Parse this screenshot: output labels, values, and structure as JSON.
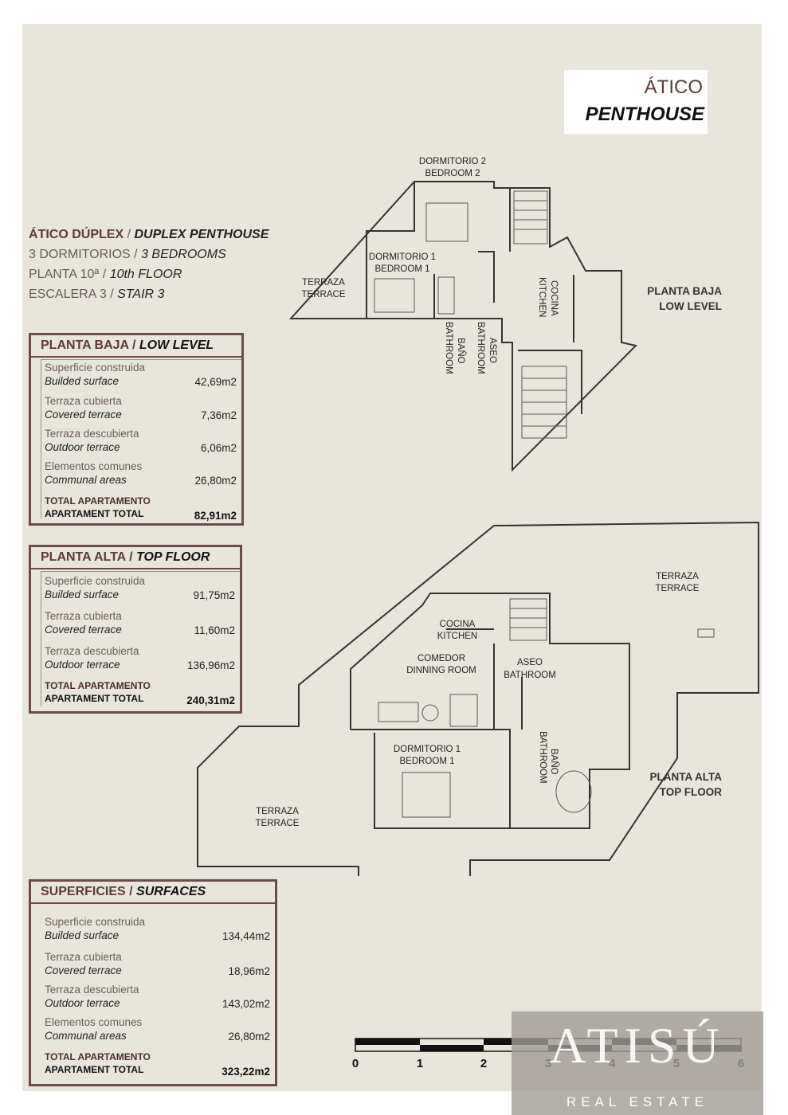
{
  "title": {
    "es": "ÁTICO",
    "en": "PENTHOUSE"
  },
  "specs": [
    {
      "es": "ÁTICO DÚPLEX",
      "en": "DUPLEX PENTHOUSE"
    },
    {
      "es": "3 DORMITORIOS",
      "en": "3 BEDROOMS"
    },
    {
      "es": "PLANTA 10ª",
      "en": "10th FLOOR"
    },
    {
      "es": "ESCALERA 3",
      "en": "STAIR 3"
    }
  ],
  "tables": {
    "low": {
      "title_es": "PLANTA BAJA",
      "title_en": "LOW LEVEL",
      "rows": [
        {
          "es": "Superficie construida",
          "en": "Builded surface",
          "value": "42,69m2"
        },
        {
          "es": "Terraza cubierta",
          "en": "Covered terrace",
          "value": "7,36m2"
        },
        {
          "es": "Terraza descubierta",
          "en": "Outdoor terrace",
          "value": "6,06m2"
        },
        {
          "es": "Elementos comunes",
          "en": "Communal areas",
          "value": "26,80m2"
        }
      ],
      "total": {
        "es": "TOTAL APARTAMENTO",
        "en": "APARTAMENT TOTAL",
        "value": "82,91m2"
      }
    },
    "top": {
      "title_es": "PLANTA ALTA",
      "title_en": "TOP FLOOR",
      "rows": [
        {
          "es": "Superficie construida",
          "en": "Builded surface",
          "value": "91,75m2"
        },
        {
          "es": "Terraza cubierta",
          "en": "Covered terrace",
          "value": "11,60m2"
        },
        {
          "es": "Terraza descubierta",
          "en": "Outdoor terrace",
          "value": "136,96m2"
        }
      ],
      "total": {
        "es": "TOTAL APARTAMENTO",
        "en": "APARTAMENT TOTAL",
        "value": "240,31m2"
      }
    },
    "surfaces": {
      "title_es": "SUPERFICIES",
      "title_en": "SURFACES",
      "rows": [
        {
          "es": "Superficie construida",
          "en": "Builded surface",
          "value": "134,44m2"
        },
        {
          "es": "Terraza cubierta",
          "en": "Covered terrace",
          "value": "18,96m2"
        },
        {
          "es": "Terraza descubierta",
          "en": "Outdoor terrace",
          "value": "143,02m2"
        },
        {
          "es": "Elementos comunes",
          "en": "Communal areas",
          "value": "26,80m2"
        }
      ],
      "total": {
        "es": "TOTAL APARTAMENTO",
        "en": "APARTAMENT TOTAL",
        "value": "323,22m2"
      }
    }
  },
  "plan_labels": {
    "low": {
      "es": "PLANTA BAJA",
      "en": "LOW LEVEL"
    },
    "top": {
      "es": "PLANTA ALTA",
      "en": "TOP FLOOR"
    }
  },
  "rooms_low": {
    "bed2_es": "DORMITORIO 2",
    "bed2_en": "BEDROOM 2",
    "bed1_es": "DORMITORIO 1",
    "bed1_en": "BEDROOM 1",
    "terrace_es": "TERRAZA",
    "terrace_en": "TERRACE",
    "kitchen_es": "COCINA",
    "kitchen_en": "KITCHEN",
    "bath_es": "BAÑO",
    "bath_en": "BATHROOM",
    "wc_es": "ASEO",
    "wc_en": "BATHROOM"
  },
  "rooms_top": {
    "terrace1_es": "TERRAZA",
    "terrace1_en": "TERRACE",
    "kitchen_es": "COCINA",
    "kitchen_en": "KITCHEN",
    "dining_es": "COMEDOR",
    "dining_en": "DINNING ROOM",
    "wc_es": "ASEO",
    "wc_en": "BATHROOM",
    "bed1_es": "DORMITORIO 1",
    "bed1_en": "BEDROOM 1",
    "bath_es": "BAÑO",
    "bath_en": "BATHROOM",
    "terrace2_es": "TERRAZA",
    "terrace2_en": "TERRACE"
  },
  "scale_ticks": [
    "0",
    "1",
    "2",
    "3",
    "4",
    "5",
    "6"
  ],
  "logo": {
    "mark": "ATISÚ",
    "sub": "REAL ESTATE"
  }
}
